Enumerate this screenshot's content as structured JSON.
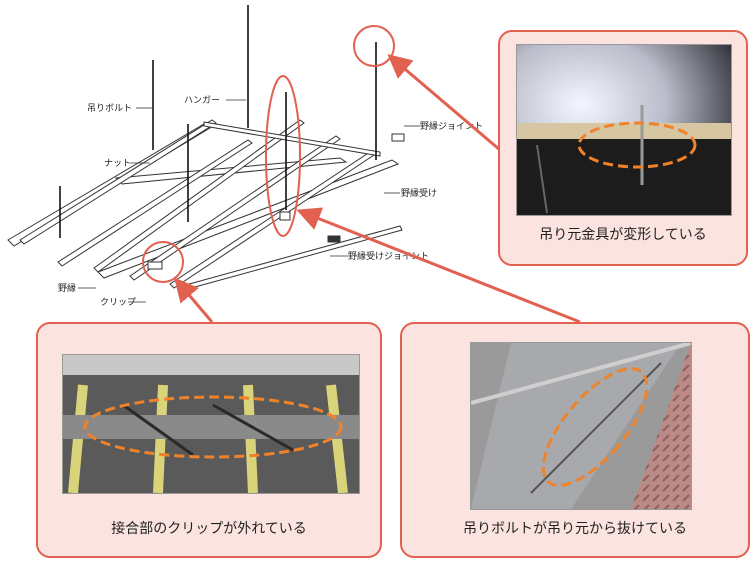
{
  "diagram": {
    "labels": {
      "hanger_bolt": "吊りボルト",
      "hanger": "ハンガー",
      "nut": "ナット",
      "nobuchi_joint": "野縁ジョイント",
      "nobuchi_receiver": "野縁受け",
      "nobuchi_receiver_joint": "野縁受けジョイント",
      "nobuchi": "野縁",
      "clip": "クリップ"
    }
  },
  "callouts": {
    "top_right": {
      "caption": "吊り元金具が変形している"
    },
    "bottom_left": {
      "caption": "接合部のクリップが外れている"
    },
    "bottom_right": {
      "caption": "吊りボルトが吊り元から抜けている"
    }
  },
  "colors": {
    "callout_border": "#e2604f",
    "callout_fill": "#fbe3df",
    "arrow": "#e2604f",
    "dashed_ellipse": "#f0832a"
  }
}
